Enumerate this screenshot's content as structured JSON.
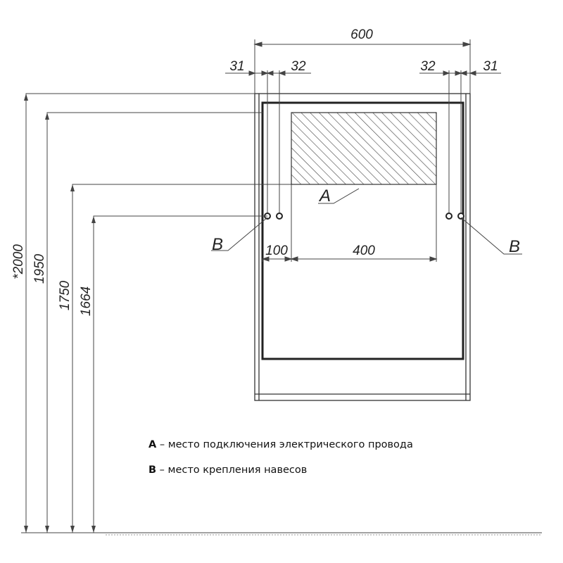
{
  "dimensions": {
    "width_total": "600",
    "left_offset_outer": "31",
    "left_offset_inner": "32",
    "right_offset_inner": "32",
    "right_offset_outer": "31",
    "height_total": "*2000",
    "height_top_mirror": "1950",
    "height_connection": "1750",
    "height_mount": "1664",
    "offset_connection": "100",
    "width_connection_zone": "400"
  },
  "callouts": {
    "a_label": "A",
    "b_left_label": "B",
    "b_right_label": "B"
  },
  "legend": {
    "a": {
      "key": "A",
      "text": " – место подключения электрического провода"
    },
    "b": {
      "key": "B",
      "text": " – место крепления навесов"
    }
  }
}
